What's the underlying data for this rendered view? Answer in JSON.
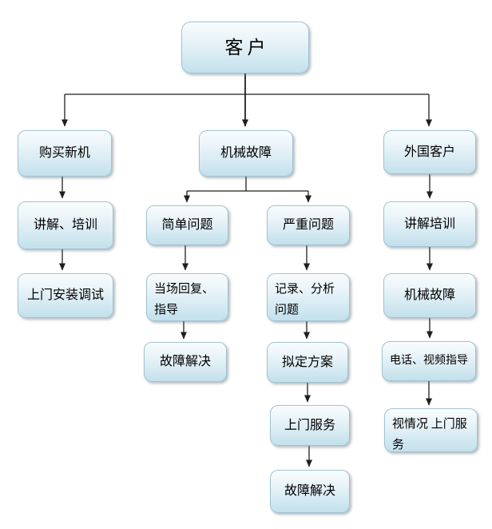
{
  "diagram": {
    "type": "flowchart",
    "background": "#ffffff",
    "box_style": {
      "border_color": "#9fc3d1",
      "fill_top": "#f8fcfd",
      "fill_bottom": "#c2e0ec",
      "text_color": "#000000",
      "arrow_color": "#1f1f1f"
    },
    "nodes": {
      "customer": {
        "label": "客户"
      },
      "buy_new": {
        "label": "购买新机"
      },
      "mech_fault": {
        "label": "机械故障"
      },
      "foreign_customer": {
        "label": "外国客户"
      },
      "explain_training": {
        "label": "讲解、培训"
      },
      "simple_issue": {
        "label": "简单问题"
      },
      "severe_issue": {
        "label": "严重问题"
      },
      "explain_training_2": {
        "label": "讲解培训"
      },
      "onsite_install": {
        "label": "上门安装调试"
      },
      "reply_guide": {
        "label": "当场回复、指导"
      },
      "record_analyze": {
        "label": "记录、分析问题"
      },
      "mech_fault_2": {
        "label": "机械故障"
      },
      "fault_solved_1": {
        "label": "故障解决"
      },
      "make_plan": {
        "label": "拟定方案"
      },
      "phone_video_guide": {
        "label": "电话、视频指导"
      },
      "onsite_service": {
        "label": "上门服务"
      },
      "onsite_as_needed": {
        "label": "视情况 上门服务"
      },
      "fault_solved_2": {
        "label": "故障解决"
      }
    },
    "edges": [
      {
        "from": "customer",
        "to": "buy_new"
      },
      {
        "from": "customer",
        "to": "mech_fault"
      },
      {
        "from": "customer",
        "to": "foreign_customer"
      },
      {
        "from": "buy_new",
        "to": "explain_training"
      },
      {
        "from": "explain_training",
        "to": "onsite_install"
      },
      {
        "from": "mech_fault",
        "to": "simple_issue"
      },
      {
        "from": "mech_fault",
        "to": "severe_issue"
      },
      {
        "from": "simple_issue",
        "to": "reply_guide"
      },
      {
        "from": "reply_guide",
        "to": "fault_solved_1"
      },
      {
        "from": "severe_issue",
        "to": "record_analyze"
      },
      {
        "from": "record_analyze",
        "to": "make_plan"
      },
      {
        "from": "make_plan",
        "to": "onsite_service"
      },
      {
        "from": "onsite_service",
        "to": "fault_solved_2"
      },
      {
        "from": "foreign_customer",
        "to": "explain_training_2"
      },
      {
        "from": "explain_training_2",
        "to": "mech_fault_2"
      },
      {
        "from": "mech_fault_2",
        "to": "phone_video_guide"
      },
      {
        "from": "phone_video_guide",
        "to": "onsite_as_needed"
      }
    ]
  }
}
